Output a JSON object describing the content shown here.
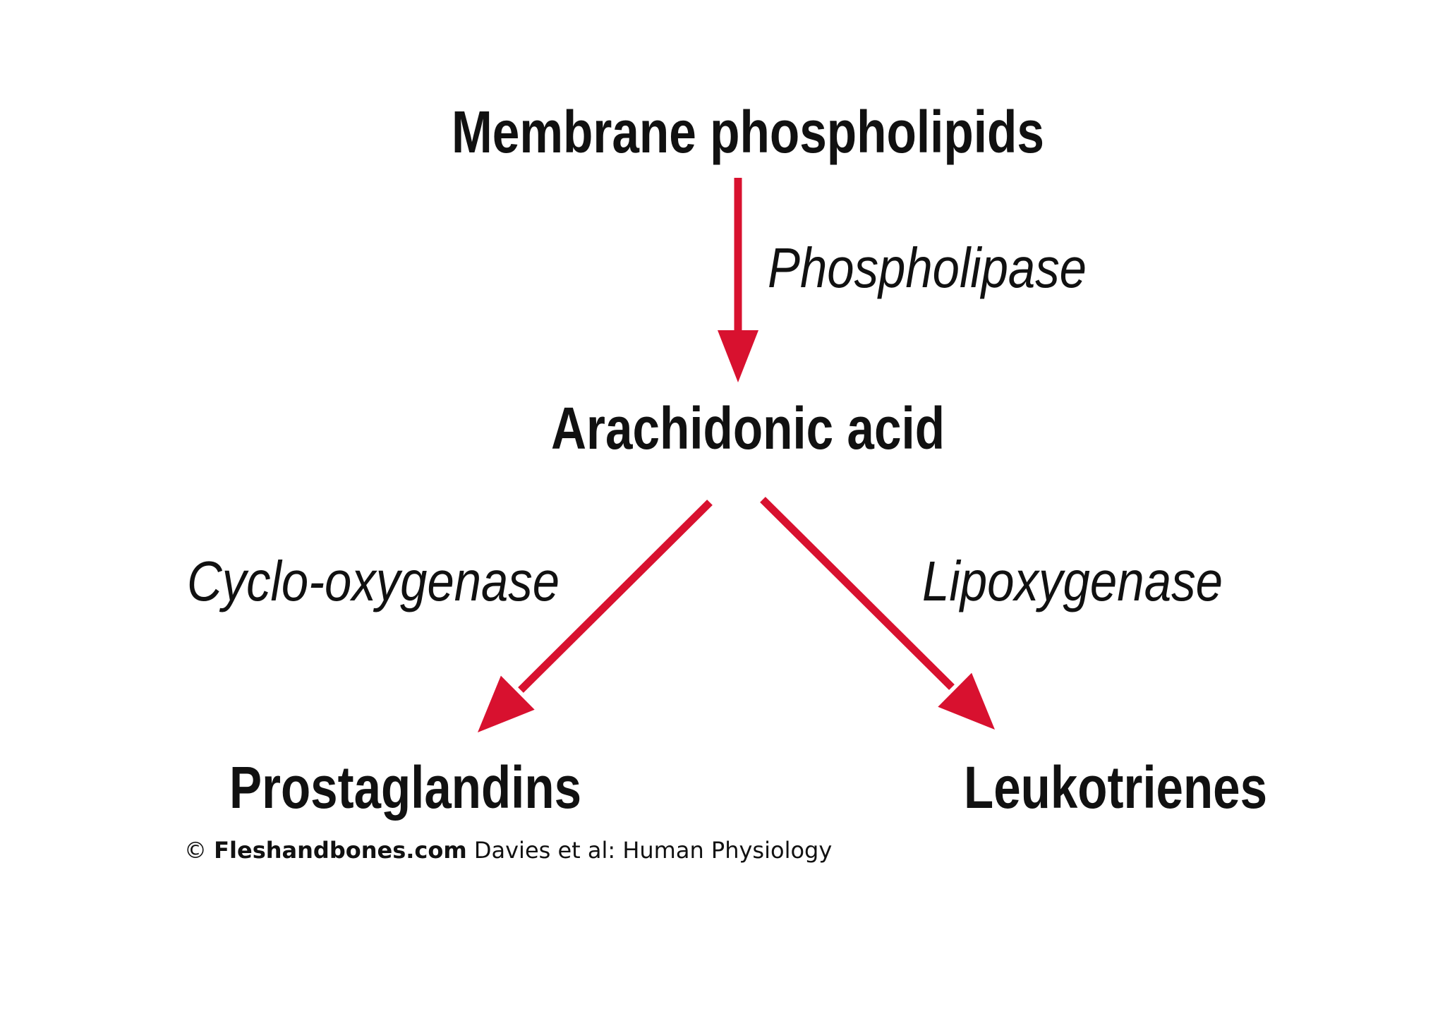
{
  "nodes": {
    "source": "Membrane phospholipids",
    "intermediate": "Arachidonic acid",
    "product_left": "Prostaglandins",
    "product_right": "Leukotrienes"
  },
  "enzymes": {
    "top": "Phospholipase",
    "left": "Cyclo-oxygenase",
    "right": "Lipoxygenase"
  },
  "credit": {
    "symbol": "©",
    "site": "Fleshandbones.com",
    "source": "Davies et al: Human Physiology"
  },
  "colors": {
    "arrow": "#d8112f",
    "text": "#111111",
    "background": "#ffffff"
  }
}
